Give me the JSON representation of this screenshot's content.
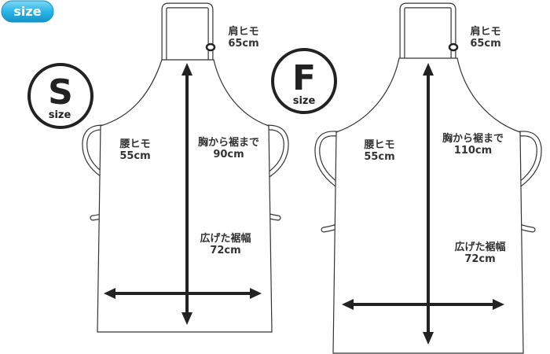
{
  "badge": {
    "label": "size",
    "color": "#2bb6e8"
  },
  "aprons": [
    {
      "size_letter": "S",
      "size_word": "size",
      "shoulder_label": "肩ヒモ",
      "shoulder_value": "65cm",
      "waist_label": "腰ヒモ",
      "waist_value": "55cm",
      "length_label": "胸から裾まで",
      "length_value": "90cm",
      "hem_label": "広げた裾幅",
      "hem_value": "72cm"
    },
    {
      "size_letter": "F",
      "size_word": "size",
      "shoulder_label": "肩ヒモ",
      "shoulder_value": "65cm",
      "waist_label": "腰ヒモ",
      "waist_value": "55cm",
      "length_label": "胸から裾まで",
      "length_value": "110cm",
      "hem_label": "広げた裾幅",
      "hem_value": "72cm"
    }
  ]
}
